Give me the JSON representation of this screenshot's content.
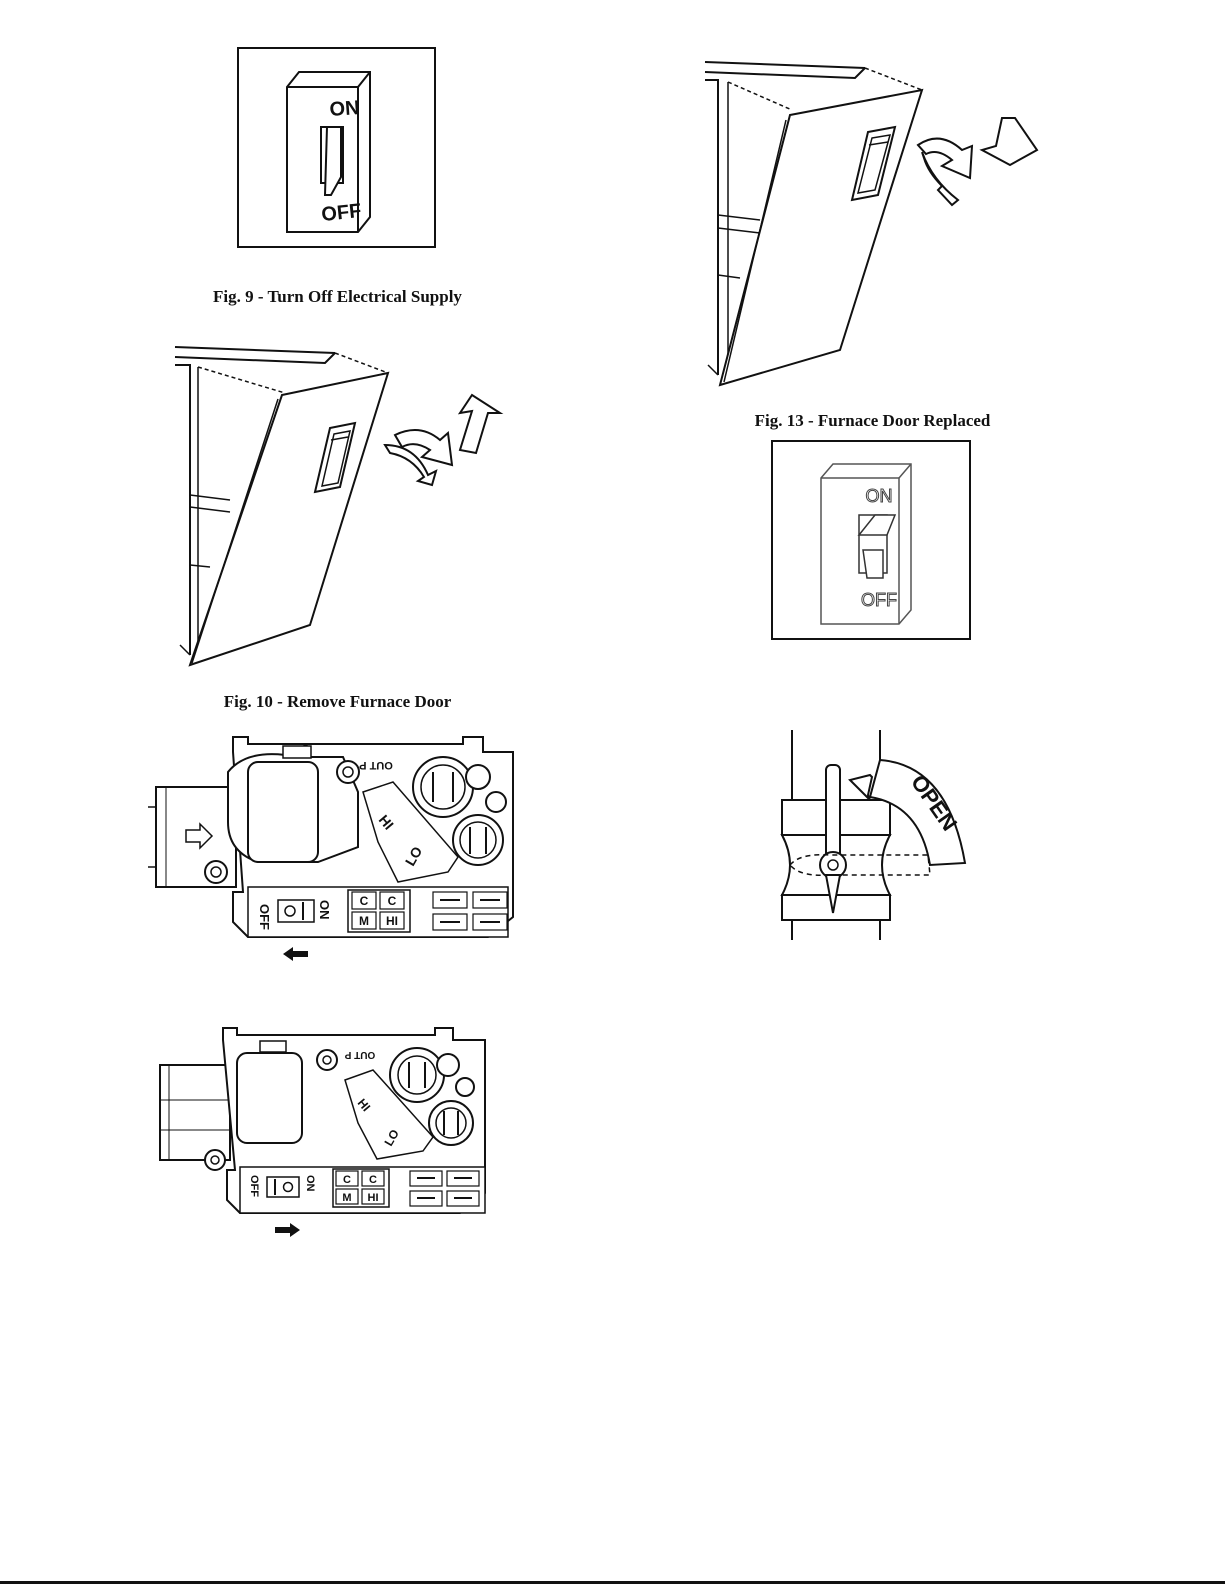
{
  "figures": {
    "fig9": {
      "caption": "Fig. 9 - Turn Off Electrical Supply",
      "switch_on_label": "ON",
      "switch_off_label": "OFF",
      "switch_state": "off"
    },
    "fig10": {
      "caption": "Fig. 10 - Remove Furnace Door"
    },
    "fig13": {
      "caption": "Fig. 13 - Furnace Door Replaced"
    },
    "fig14_switch": {
      "switch_on_label": "ON",
      "switch_off_label": "OFF",
      "switch_state": "on"
    },
    "gas_valve_off": {
      "label_out": "OUT P",
      "label_hi": "HI",
      "label_lo": "LO",
      "label_off": "OFF",
      "label_on": "ON",
      "terminal_c1": "C",
      "terminal_c2": "C",
      "terminal_m": "M",
      "terminal_hi": "HI"
    },
    "gas_valve_on": {
      "label_out": "OUT P",
      "label_hi": "HI",
      "label_lo": "LO",
      "label_off": "OFF",
      "label_on": "ON",
      "terminal_c1": "C",
      "terminal_c2": "C",
      "terminal_m": "M",
      "terminal_hi": "HI"
    },
    "manual_valve": {
      "label_open": "OPEN"
    }
  }
}
